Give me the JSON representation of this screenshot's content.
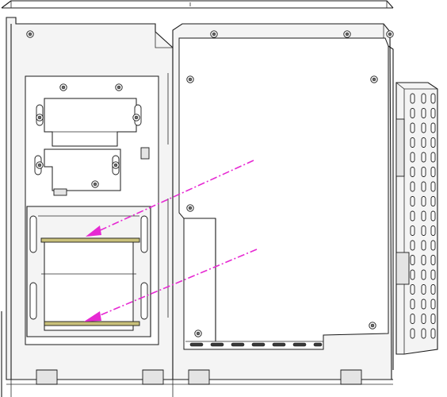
{
  "figure": {
    "kind": "technical-assembly-drawing",
    "subject": "chassis-side-view",
    "colors": {
      "line": "#1a1a1a",
      "panel_fill": "#f4f4f4",
      "bar_fill": "#c9c07a",
      "arrow": "#e629d2"
    },
    "icons": [
      "screw-icon",
      "dashed-arrow-icon"
    ],
    "annotations": {
      "arrow_count": 2,
      "arrow_style": "dash-dot"
    }
  }
}
